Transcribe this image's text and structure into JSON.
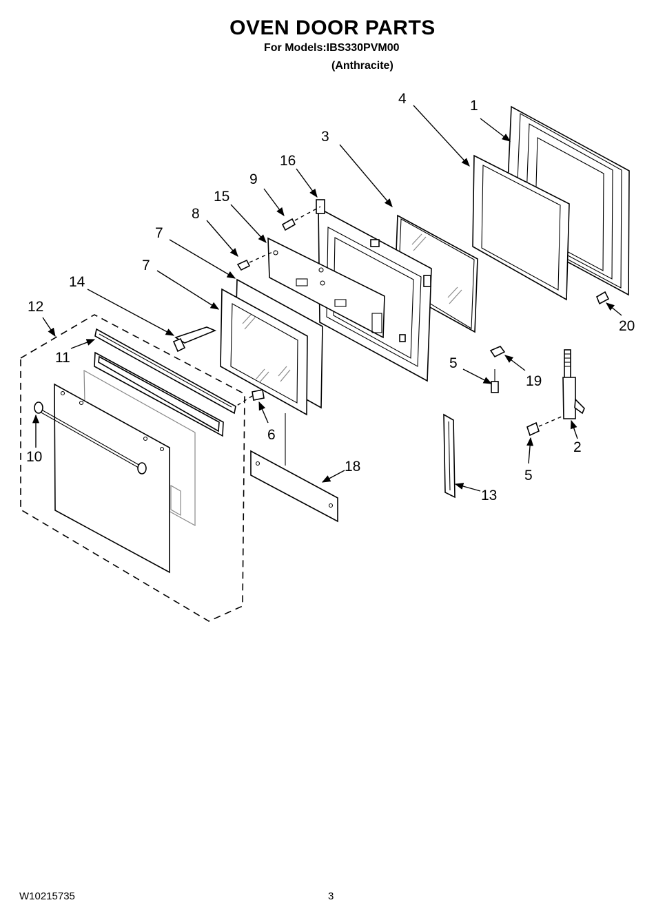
{
  "header": {
    "title": "OVEN DOOR PARTS",
    "subtitle": "For Models:IBS330PVM00",
    "color_note": "(Anthracite)"
  },
  "callouts": {
    "c1": "1",
    "c2": "2",
    "c3": "3",
    "c4": "4",
    "c5a": "5",
    "c5b": "5",
    "c6": "6",
    "c7a": "7",
    "c7b": "7",
    "c8": "8",
    "c9": "9",
    "c10": "10",
    "c11": "11",
    "c12": "12",
    "c13": "13",
    "c14": "14",
    "c15": "15",
    "c16": "16",
    "c18": "18",
    "c19": "19",
    "c20": "20"
  },
  "footer": {
    "doc_number": "W10215735",
    "page_number": "3"
  }
}
